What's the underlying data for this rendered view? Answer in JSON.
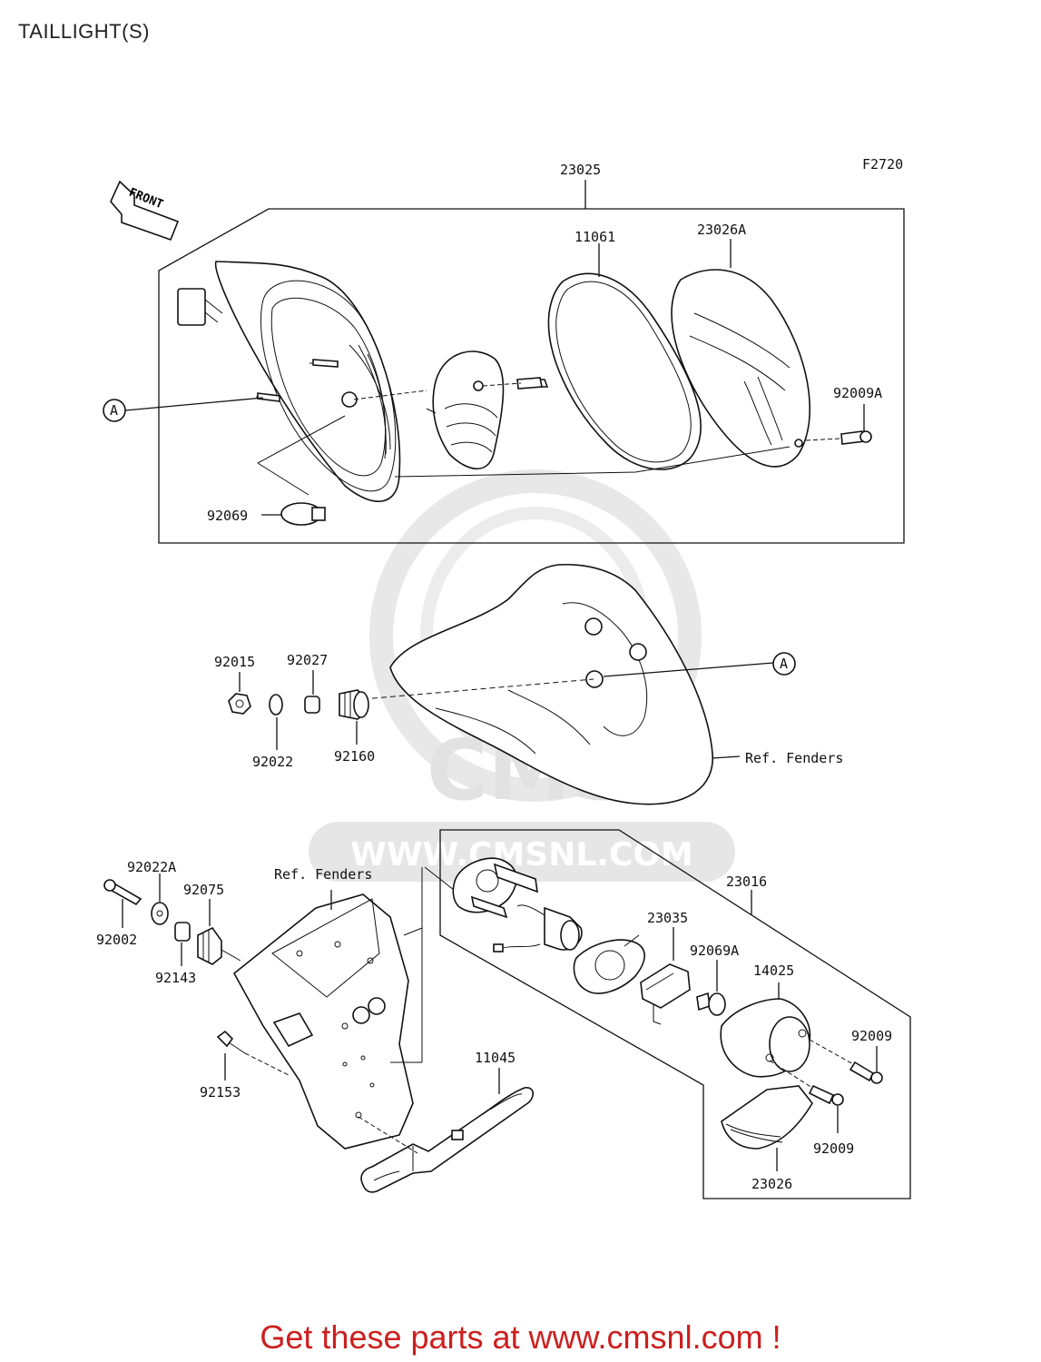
{
  "page": {
    "title": "TAILLIGHT(S)",
    "figure_code": "F2720",
    "front_label": "FRONT",
    "footer": "Get these parts at www.cmsnl.com !",
    "footer_color": "#cc1f1f"
  },
  "watermark": {
    "logo_text": "CMS",
    "url_text": "WWW.CMSNL.COM"
  },
  "callouts": {
    "ref_a_top": "A",
    "ref_a_mid": "A"
  },
  "parts": {
    "p23025": "23025",
    "p11061": "11061",
    "p23026A": "23026A",
    "p92009A": "92009A",
    "p92069": "92069",
    "p92015": "92015",
    "p92027": "92027",
    "p92022": "92022",
    "p92160": "92160",
    "ref_fenders_1": "Ref. Fenders",
    "p92022A": "92022A",
    "p92075": "92075",
    "p92002": "92002",
    "p92143": "92143",
    "ref_fenders_2": "Ref. Fenders",
    "p92153": "92153",
    "p11045": "11045",
    "p23016": "23016",
    "p23035": "23035",
    "p92069A": "92069A",
    "p14025": "14025",
    "p92009_a": "92009",
    "p92009_b": "92009",
    "p23026": "23026"
  }
}
